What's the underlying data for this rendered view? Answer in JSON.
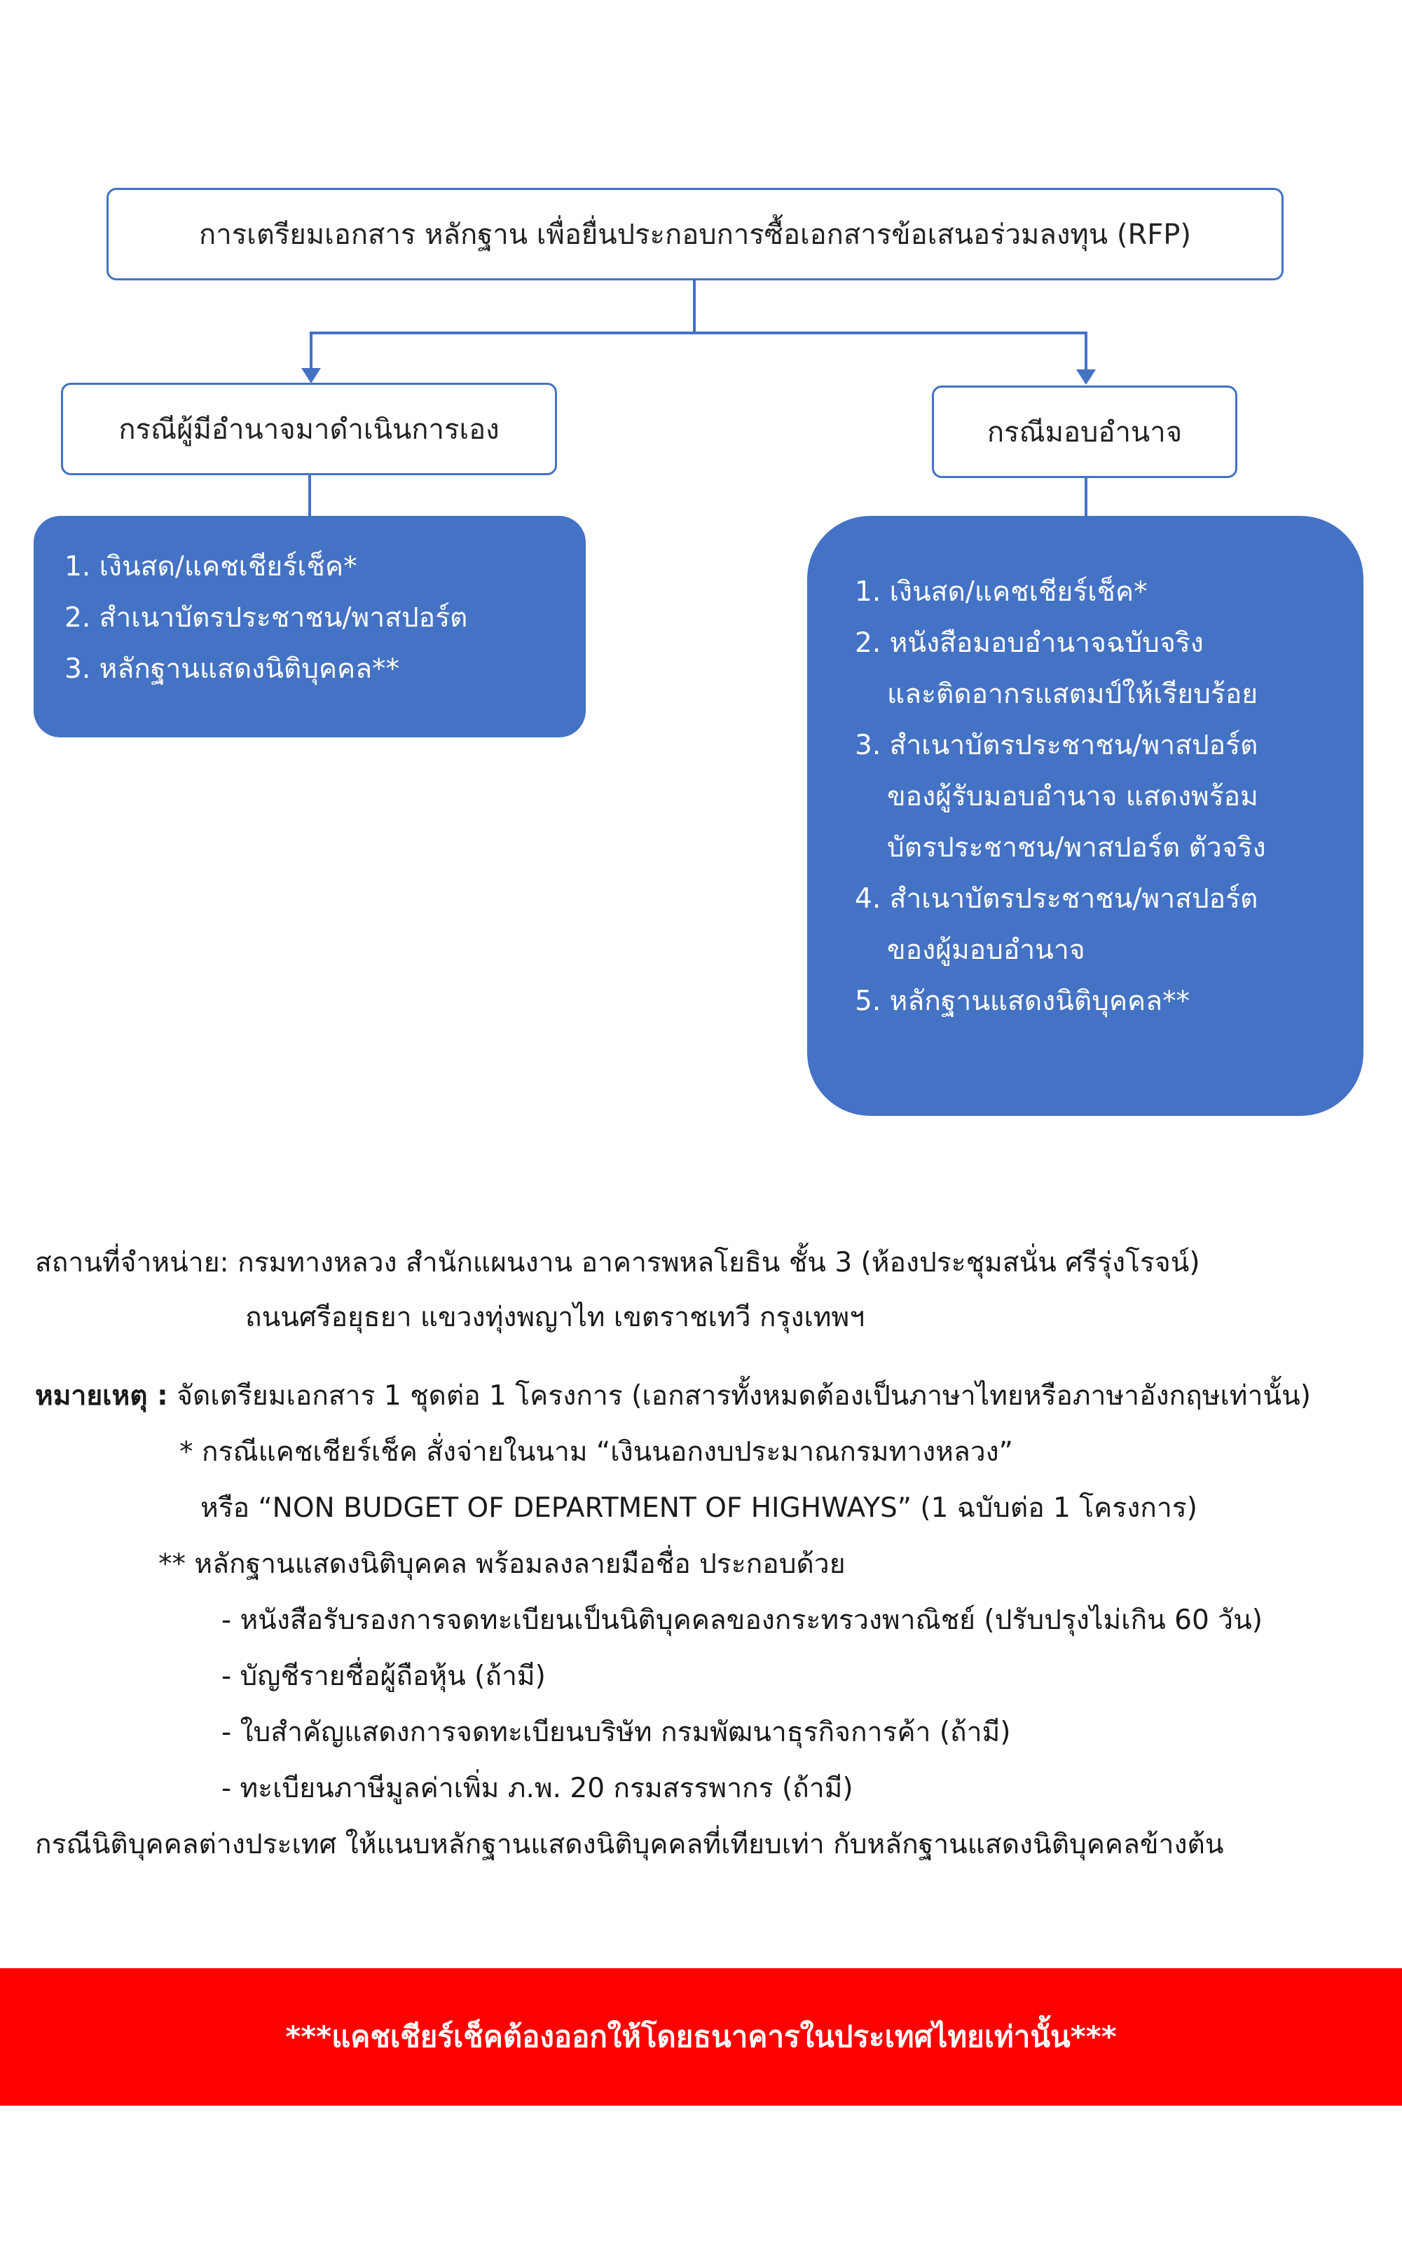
{
  "title_box": "การเตรียมเอกสาร หลักฐาน เพื่อยื่นประกอบการซื้อเอกสารข้อเสนอร่วมลงทุน (RFP)",
  "left_branch": {
    "label": "กรณีผู้มีอำนาจมาดำเนินการเอง",
    "items": [
      "1. เงินสด/แคชเชียร์เช็ค*",
      "2. สำเนาบัตรประชาชน/พาสปอร์ต",
      "3. หลักฐานแสดงนิติบุคคล**"
    ]
  },
  "right_branch": {
    "label": "กรณีมอบอำนาจ",
    "items": [
      {
        "first": "1. เงินสด/แคชเชียร์เช็ค*",
        "rest": []
      },
      {
        "first": "2. หนังสือมอบอำนาจฉบับจริง",
        "rest": [
          "และติดอากรแสตมป์ให้เรียบร้อย"
        ]
      },
      {
        "first": "3. สำเนาบัตรประชาชน/พาสปอร์ต",
        "rest": [
          "ของผู้รับมอบอำนาจ แสดงพร้อม",
          "บัตรประชาชน/พาสปอร์ต ตัวจริง"
        ]
      },
      {
        "first": "4. สำเนาบัตรประชาชน/พาสปอร์ต",
        "rest": [
          "ของผู้มอบอำนาจ"
        ]
      },
      {
        "first": "5. หลักฐานแสดงนิติบุคคล**",
        "rest": []
      }
    ]
  },
  "location": {
    "line1": "สถานที่จำหน่าย: กรมทางหลวง สำนักแผนงาน อาคารพหลโยธิน ชั้น 3 (ห้องประชุมสนั่น ศรีรุ่งโรจน์)",
    "line2": "ถนนศรีอยุธยา แขวงทุ่งพญาไท เขตราชเทวี กรุงเทพฯ"
  },
  "notes": {
    "label": "หมายเหตุ :",
    "main": " จัดเตรียมเอกสาร 1 ชุดต่อ 1 โครงการ (เอกสารทั้งหมดต้องเป็นภาษาไทยหรือภาษาอังกฤษเท่านั้น)",
    "cashier_1": "* กรณีแคชเชียร์เช็ค สั่งจ่ายในนาม “เงินนอกงบประมาณกรมทางหลวง”",
    "cashier_2": "หรือ “NON BUDGET OF DEPARTMENT OF HIGHWAYS” (1 ฉบับต่อ 1 โครงการ)",
    "juristic_head": "** หลักฐานแสดงนิติบุคคล พร้อมลงลายมือชื่อ ประกอบด้วย",
    "juristic_items": [
      "- หนังสือรับรองการจดทะเบียนเป็นนิติบุคคลของกระทรวงพาณิชย์ (ปรับปรุงไม่เกิน 60 วัน)",
      "- บัญชีรายชื่อผู้ถือหุ้น (ถ้ามี)",
      "- ใบสำคัญแสดงการจดทะเบียนบริษัท กรมพัฒนาธุรกิจการค้า (ถ้ามี)",
      "- ทะเบียนภาษีมูลค่าเพิ่ม ภ.พ. 20 กรมสรรพากร (ถ้ามี)"
    ],
    "foreign": "กรณีนิติบุคคลต่างประเทศ ให้แนบหลักฐานแสดงนิติบุคคลที่เทียบเท่า กับหลักฐานแสดงนิติบุคคลข้างต้น"
  },
  "banner": "***แคชเชียร์เช็คต้องออกให้โดยธนาคารในประเทศไทยเท่านั้น***"
}
